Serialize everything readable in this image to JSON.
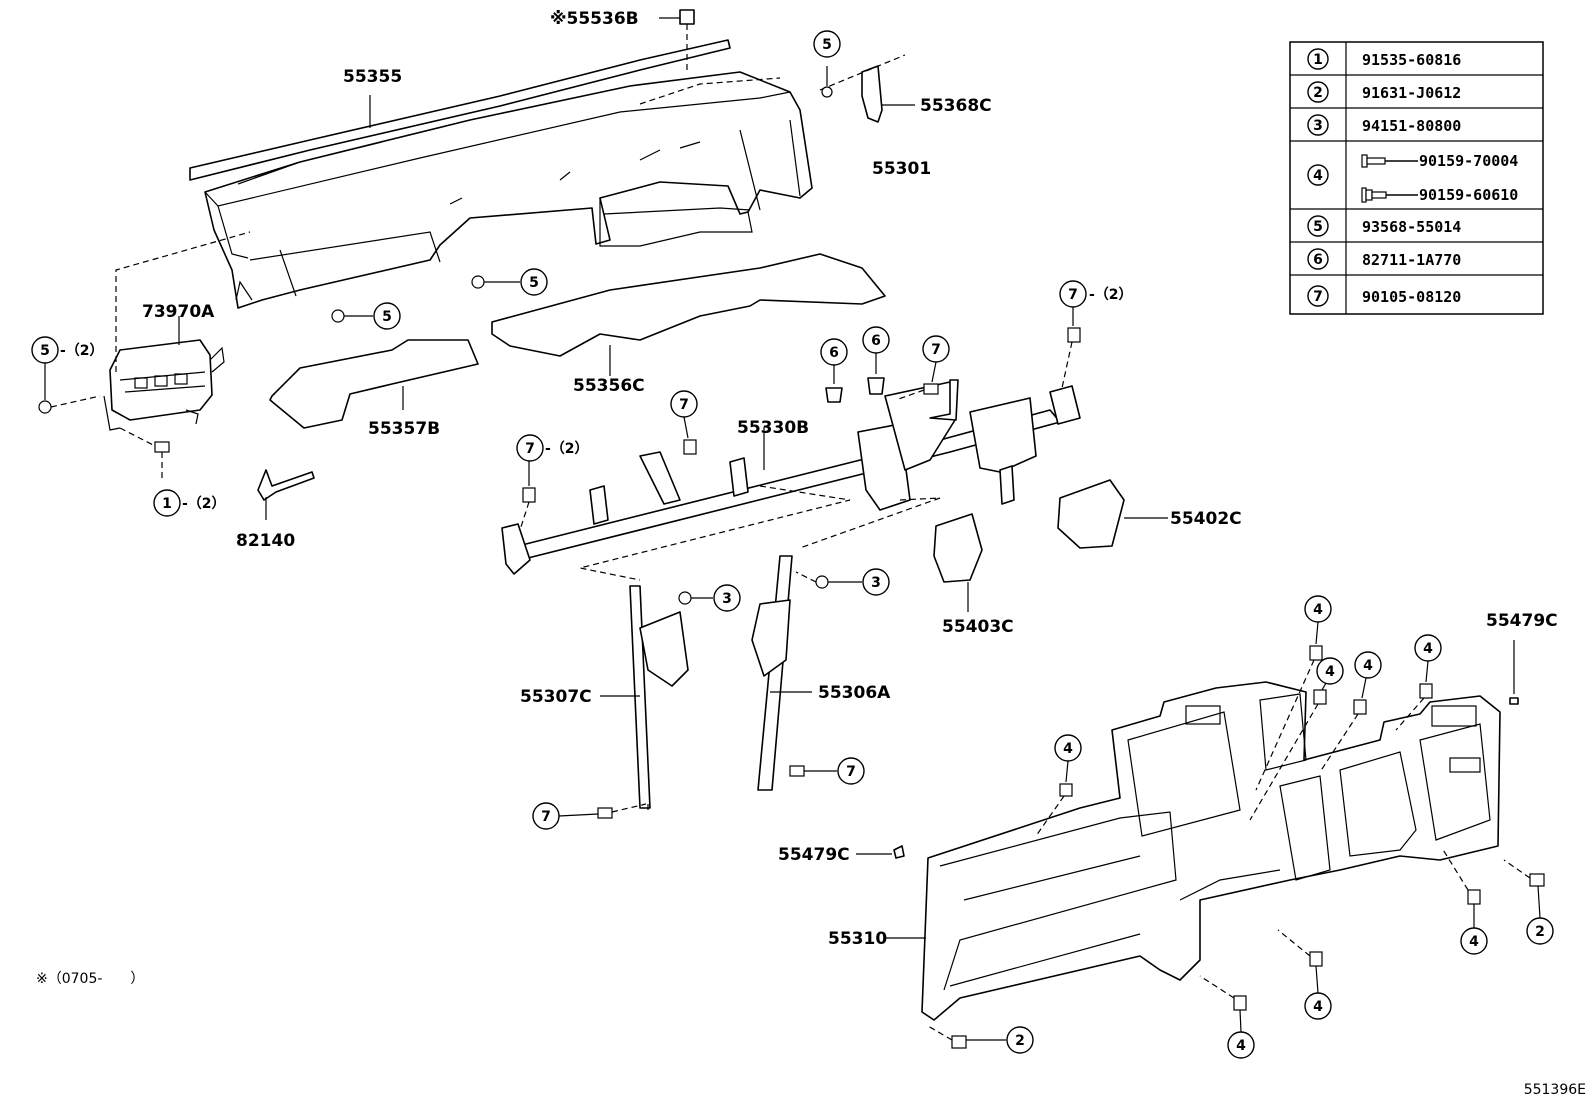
{
  "labels": {
    "p55536B": "※55536B",
    "p55355": "55355",
    "p55368C": "55368C",
    "p55301": "55301",
    "p73970A": "73970A",
    "p55356C": "55356C",
    "p55357B": "55357B",
    "p55330B": "55330B",
    "p82140": "82140",
    "p55402C": "55402C",
    "p55403C": "55403C",
    "p55307C": "55307C",
    "p55306A": "55306A",
    "p55479C_right": "55479C",
    "p55479C_left": "55479C",
    "p55310": "55310"
  },
  "callouts": {
    "n1": "1",
    "n2": "2",
    "n3": "3",
    "n4": "4",
    "n5": "5",
    "n6": "6",
    "n7": "7",
    "qty2": "-（2）"
  },
  "parts_table": [
    {
      "ref": "1",
      "parts": [
        "91535-60816"
      ]
    },
    {
      "ref": "2",
      "parts": [
        "91631-J0612"
      ]
    },
    {
      "ref": "3",
      "parts": [
        "94151-80800"
      ]
    },
    {
      "ref": "4",
      "parts": [
        "90159-70004",
        "90159-60610"
      ]
    },
    {
      "ref": "5",
      "parts": [
        "93568-55014"
      ]
    },
    {
      "ref": "6",
      "parts": [
        "82711-1A770"
      ]
    },
    {
      "ref": "7",
      "parts": [
        "90105-08120"
      ]
    }
  ],
  "footnote": "※（0705-　　）",
  "diagram_id": "551396E"
}
